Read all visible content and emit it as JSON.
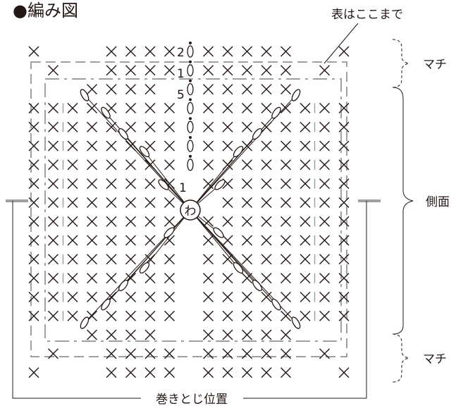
{
  "diagram": {
    "title": "●編み図",
    "labels": {
      "front_until": "表はここまで",
      "gusset_top": "マチ",
      "side": "側面",
      "gusset_bottom": "マチ",
      "whip_stitch": "巻きとじ位置"
    },
    "center_mark": "わ",
    "row_numbers": [
      "2",
      "1",
      "5",
      "1"
    ],
    "stitch_symbols": {
      "single_crochet": "×",
      "chain": "○"
    },
    "colors": {
      "ink": "#231815",
      "guide_gray": "#9fa0a0"
    }
  }
}
